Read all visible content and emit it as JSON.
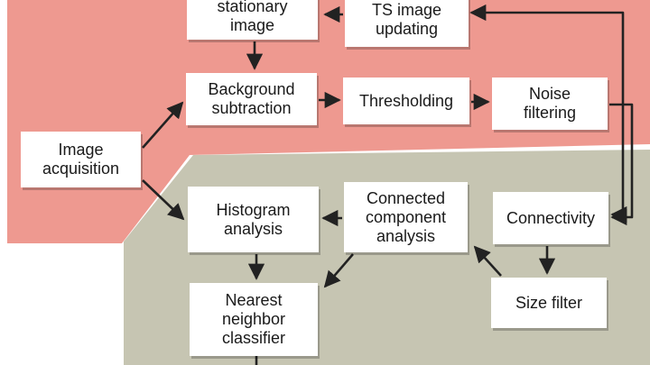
{
  "colors": {
    "top_region": "#ee9990",
    "bottom_region": "#c6c5b2",
    "box_fill": "#ffffff",
    "arrow": "#222222"
  },
  "nodes": {
    "stationary_image": {
      "label": "stationary\nimage"
    },
    "ts_image_updating": {
      "label": "TS image\nupdating"
    },
    "background_subtraction": {
      "label": "Background\nsubtraction"
    },
    "thresholding": {
      "label": "Thresholding"
    },
    "noise_filtering": {
      "label": "Noise\nfiltering"
    },
    "image_acquisition": {
      "label": "Image\nacquisition"
    },
    "histogram_analysis": {
      "label": "Histogram\nanalysis"
    },
    "connected_component_analysis": {
      "label": "Connected\ncomponent\nanalysis"
    },
    "connectivity": {
      "label": "Connectivity"
    },
    "nearest_neighbor_classifier": {
      "label": "Nearest\nneighbor\nclassifier"
    },
    "size_filter": {
      "label": "Size filter"
    }
  },
  "edges": [
    {
      "from": "ts_image_updating",
      "to": "stationary_image"
    },
    {
      "from": "stationary_image",
      "to": "background_subtraction"
    },
    {
      "from": "background_subtraction",
      "to": "thresholding"
    },
    {
      "from": "thresholding",
      "to": "noise_filtering"
    },
    {
      "from": "image_acquisition",
      "to": "background_subtraction"
    },
    {
      "from": "image_acquisition",
      "to": "histogram_analysis"
    },
    {
      "from": "noise_filtering",
      "to": "connectivity"
    },
    {
      "from": "connectivity",
      "to": "ts_image_updating",
      "bidirectional": true
    },
    {
      "from": "connectivity",
      "to": "size_filter"
    },
    {
      "from": "size_filter",
      "to": "connected_component_analysis"
    },
    {
      "from": "connected_component_analysis",
      "to": "histogram_analysis"
    },
    {
      "from": "connected_component_analysis",
      "to": "nearest_neighbor_classifier"
    },
    {
      "from": "histogram_analysis",
      "to": "nearest_neighbor_classifier"
    }
  ]
}
